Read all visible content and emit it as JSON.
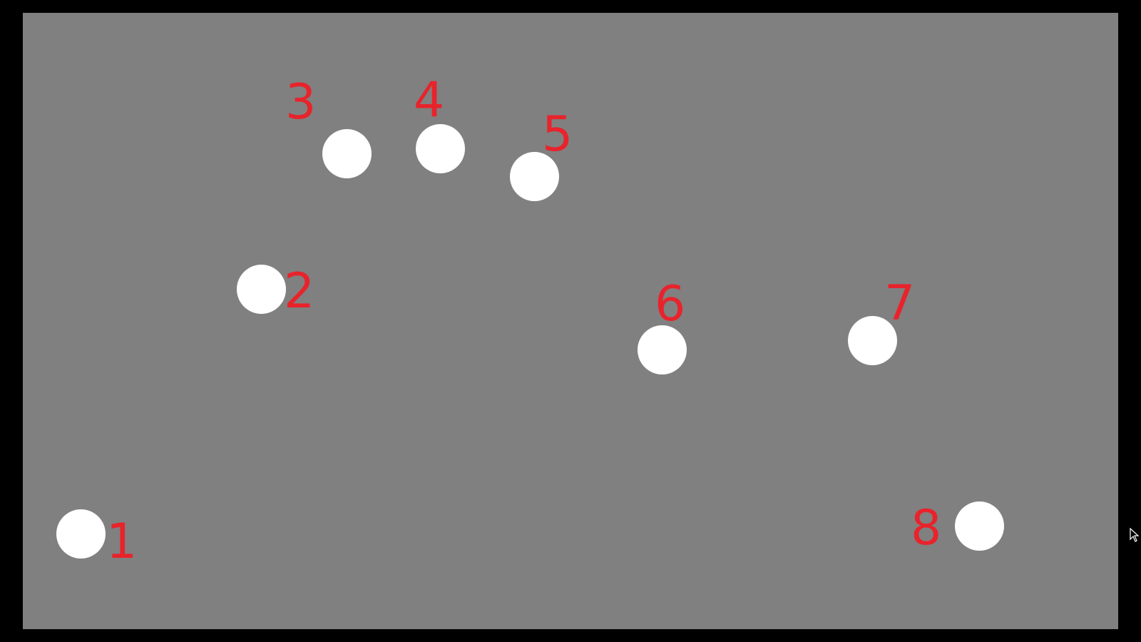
{
  "screen": {
    "background_color": "#000000",
    "canvas_color": "#808080"
  },
  "targets": [
    {
      "number": "1",
      "color": "#ffffff"
    },
    {
      "number": "2",
      "color": "#ffffff"
    },
    {
      "number": "3",
      "color": "#ffffff"
    },
    {
      "number": "4",
      "color": "#ffffff"
    },
    {
      "number": "5",
      "color": "#ffffff"
    },
    {
      "number": "6",
      "color": "#ffffff"
    },
    {
      "number": "7",
      "color": "#ffffff"
    },
    {
      "number": "8",
      "color": "#ffffff"
    }
  ],
  "label_color": "#e8232b",
  "cursor": {
    "icon": "arrow-cursor-icon"
  }
}
